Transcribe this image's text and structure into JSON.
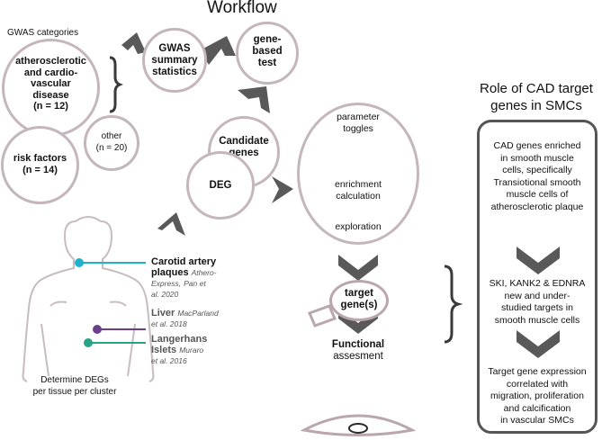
{
  "workflow": {
    "title": "Workflow",
    "gwas_categories_label": "GWAS categories",
    "athero": {
      "line1": "atherosclerotic",
      "line2": "and cardio-",
      "line3": "vascular",
      "line4": "disease",
      "count": "(n = 12)"
    },
    "other": {
      "line1": "other",
      "count": "(n = 20)"
    },
    "risk": {
      "line1": "risk factors",
      "count": "(n = 14)"
    },
    "gwas_summary": {
      "line1": "GWAS",
      "line2": "summary",
      "line3": "statistics"
    },
    "gene_based": {
      "line1": "gene-",
      "line2": "based",
      "line3": "test"
    },
    "candidate": {
      "line1": "Candidate",
      "line2": "genes"
    },
    "deg": "DEG",
    "tissues": {
      "carotid": {
        "line1": "Carotid artery",
        "line2": "plaques",
        "ref1": "Athero-",
        "ref2": "Express,",
        "ref3": "Pan et",
        "ref4": "al. 2020"
      },
      "liver": {
        "line1": "Liver",
        "ref1": "MacParland",
        "ref2": "et al. 2018"
      },
      "langerhans": {
        "line1": "Langerhans",
        "line2": "Islets",
        "ref1": "Muraro",
        "ref2": "et al. 2016"
      }
    },
    "determine": {
      "line1": "Determine DEGs",
      "line2": "per tissue per cluster"
    },
    "tool": {
      "parameter": {
        "line1": "parameter",
        "line2": "toggles"
      },
      "enrichment": {
        "line1": "enrichment",
        "line2": "calculation"
      },
      "exploration": "exploration"
    },
    "target": {
      "line1": "target",
      "line2": "gene(s)"
    },
    "functional": {
      "line1": "Functional",
      "line2": "assesment"
    }
  },
  "role": {
    "title_line1": "Role of CAD target",
    "title_line2": "genes in SMCs",
    "block1": [
      "CAD genes enriched",
      "in smooth muscle",
      "cells, specifically",
      "Transiotional smooth",
      "muscle cells of",
      "atherosclerotic plaque"
    ],
    "block2": [
      "SKI, KANK2 & EDNRA",
      "new and under-",
      "studied targets in",
      "smooth muscle cells"
    ],
    "block3": [
      "Target gene expression",
      "correlated with",
      "migration, proliferation",
      "and calcification",
      "in vascular SMCs"
    ]
  },
  "colors": {
    "circle_border": "#c5b5bc",
    "arrow": "#595959",
    "carotid": "#1fb2cf",
    "liver": "#6b3f8c",
    "langerhans": "#26a488",
    "body_outline": "#c7bcc1"
  }
}
